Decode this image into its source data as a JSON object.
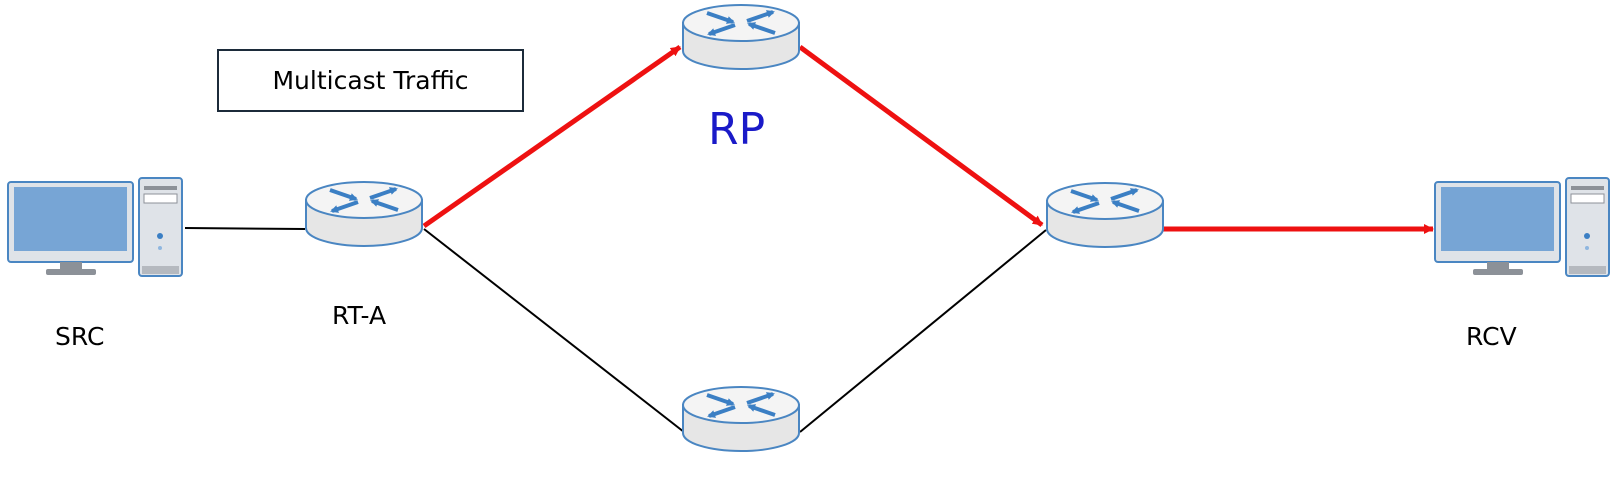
{
  "legend": {
    "text": "Multicast Traffic"
  },
  "nodes": {
    "src": {
      "label": "SRC"
    },
    "rt_a": {
      "label": "RT-A"
    },
    "rp": {
      "label": "RP"
    },
    "rcv": {
      "label": "RCV"
    }
  },
  "colors": {
    "multicast_path": "#ee1111",
    "link": "#000000",
    "rp_label": "#1a1ac8",
    "router_outline": "#4a86c2",
    "router_fill": "#f2f2f2",
    "arrow_icon": "#3b7fc4",
    "monitor_screen": "#77a5d5",
    "monitor_frame": "#dfe3e8"
  }
}
